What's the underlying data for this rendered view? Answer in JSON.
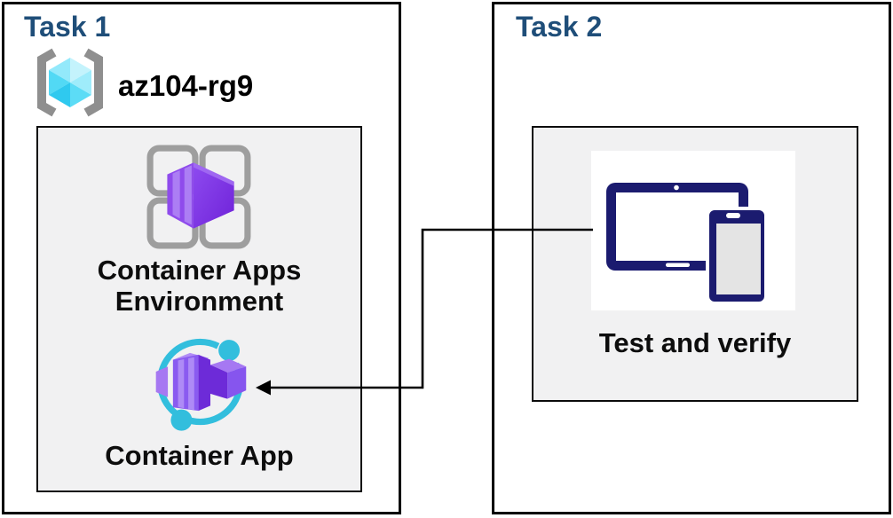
{
  "diagram": {
    "task1": {
      "title": "Task 1",
      "resource_group": {
        "name": "az104-rg9",
        "icon": "azure-resource-group-icon"
      },
      "nodes": [
        {
          "id": "container-apps-environment",
          "label_line1": "Container Apps",
          "label_line2": "Environment",
          "icon": "container-apps-environment-icon"
        },
        {
          "id": "container-app",
          "label": "Container App",
          "icon": "container-app-icon"
        }
      ]
    },
    "task2": {
      "title": "Task 2",
      "nodes": [
        {
          "id": "test-and-verify",
          "label": "Test and verify",
          "icon": "tablet-and-phone-devices-icon"
        }
      ]
    },
    "connector": {
      "type": "elbow-arrow",
      "from": "test-and-verify",
      "to": "container-app",
      "arrow_direction": "left"
    }
  },
  "colors": {
    "task_title": "#1F4E79",
    "box_border": "#000000",
    "panel_bg": "#F1F1F2",
    "cyan_accent": "#32BEDD",
    "purple_accent": "#8352EC",
    "navy_device": "#1B1B6F",
    "gray_frame": "#9E9E9E",
    "label_text": "#0D0D0D"
  }
}
